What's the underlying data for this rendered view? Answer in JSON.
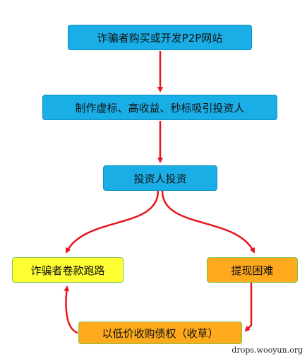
{
  "nodes": {
    "n1": "诈骗者购买或开发P2P网站",
    "n2": "制作虚标、高收益、秒标吸引投资人",
    "n3": "投资人投资",
    "n4": "诈骗者卷款跑路",
    "n5": "提现困难",
    "n6": "以低价收购债权（收草）"
  },
  "colors": {
    "arrow": "#e8151b",
    "blue_box": "#1aaee6",
    "yellow_box": "#ffff33",
    "orange_box": "#ffaa1c"
  },
  "watermark": "drops.wooyun.org"
}
